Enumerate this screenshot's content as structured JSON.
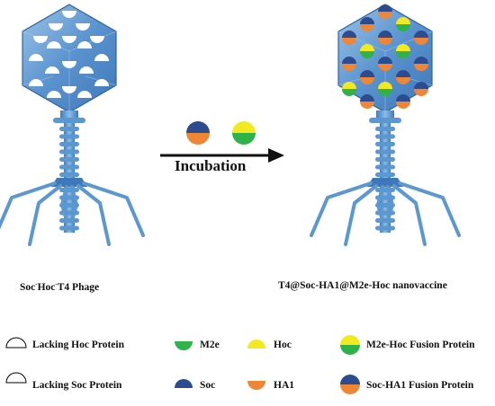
{
  "process": {
    "step_label": "Incubation"
  },
  "captions": {
    "left_phage": {
      "part1": "Soc",
      "sup1": "-",
      "part2": "Hoc",
      "sup2": "-",
      "part3": "T4 Phage"
    },
    "right_phage": "T4@Soc-HA1@M2e-Hoc nanovaccine"
  },
  "legend": {
    "lacking_hoc": "Lacking Hoc Protein",
    "lacking_soc": "Lacking Soc Protein",
    "m2e": "M2e",
    "soc": "Soc",
    "hoc": "Hoc",
    "ha1": "HA1",
    "m2e_hoc_fusion": "M2e-Hoc Fusion Protein",
    "soc_ha1_fusion": "Soc-HA1 Fusion Protein"
  },
  "colors": {
    "capsid_light": "#7fb0dc",
    "capsid_mid": "#5a93cf",
    "capsid_dark": "#3f78b8",
    "tail": "#5b97d0",
    "m2e_green": "#2fb24a",
    "hoc_yellow": "#f2ea1e",
    "soc_blue": "#2d4c8f",
    "ha1_orange": "#ef8636",
    "arrow": "#111111"
  }
}
